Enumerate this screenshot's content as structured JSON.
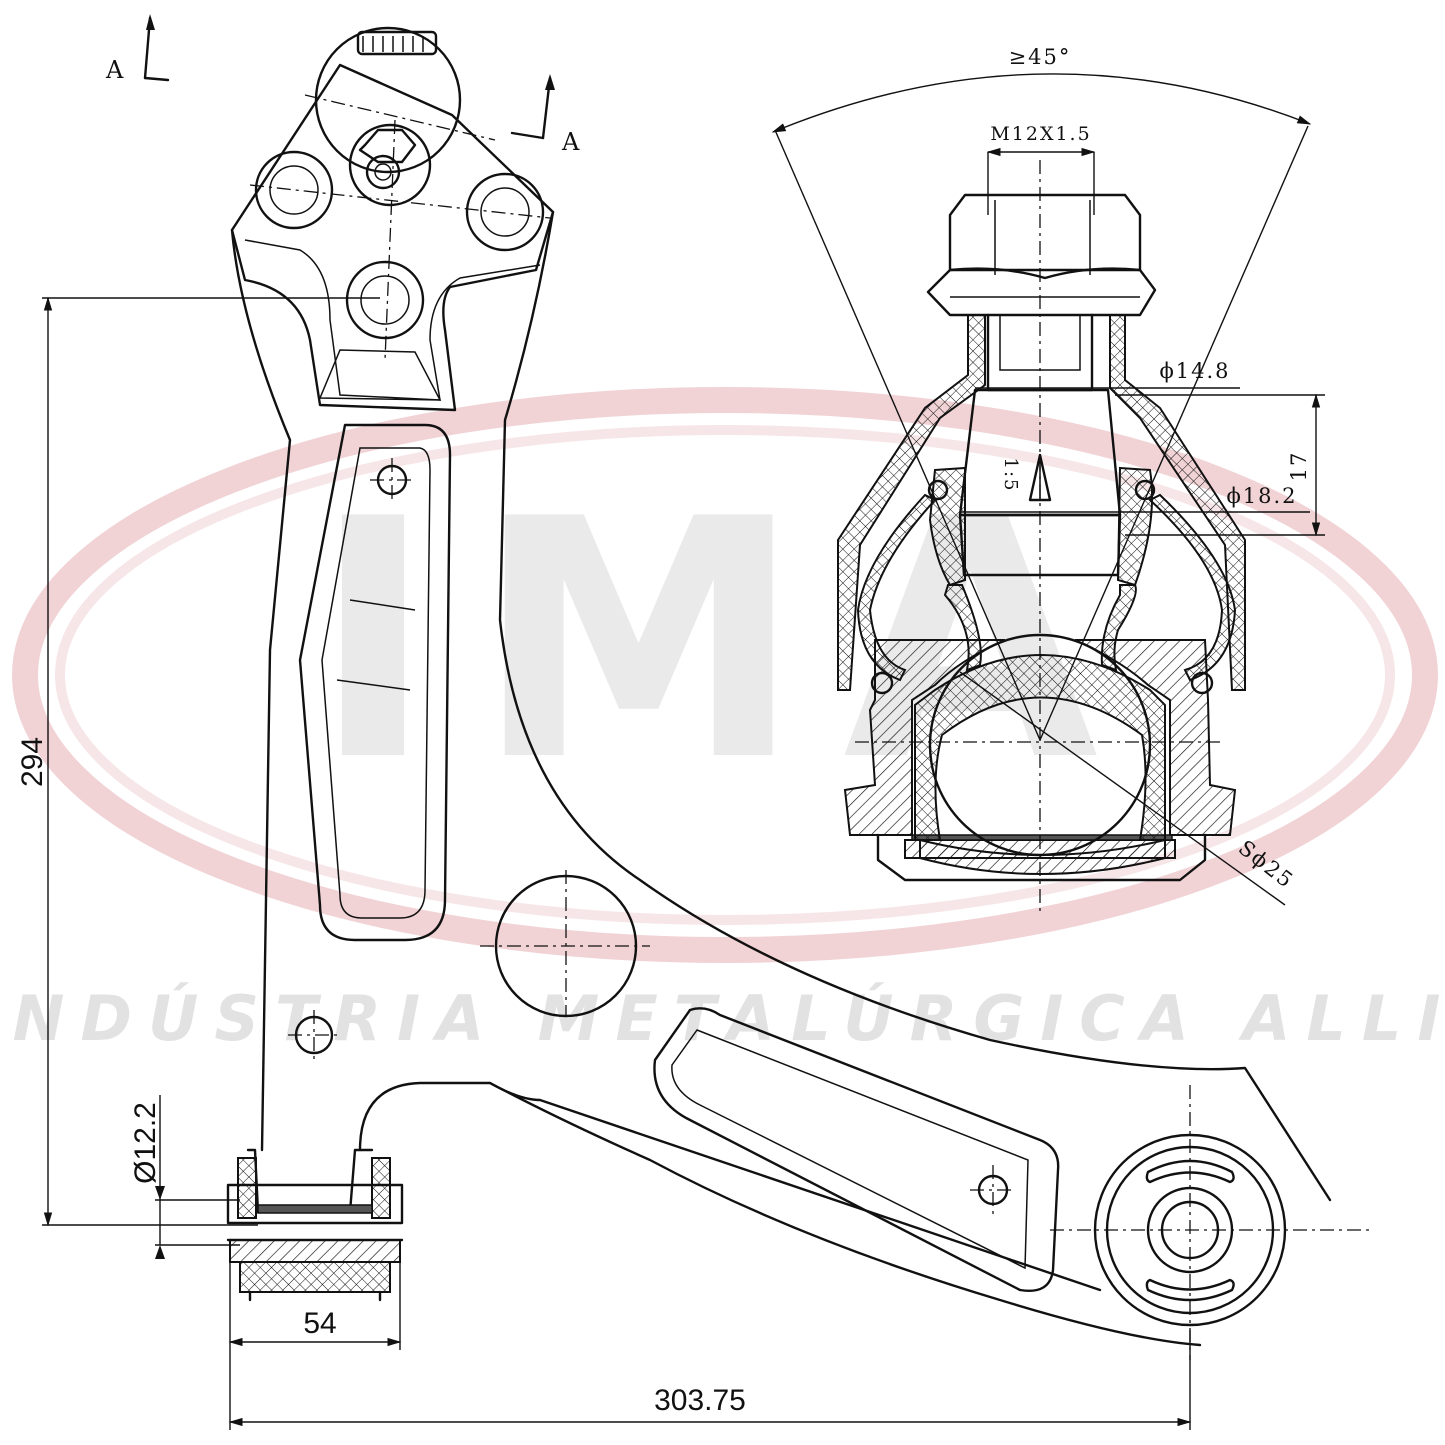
{
  "watermark": {
    "logo_text": "IMA",
    "company": "INDÚSTRIA METALÚRGICA ALLI",
    "ring_color": "#e8b9bd"
  },
  "section_marks": {
    "left": "A",
    "right": "A"
  },
  "dimensions": {
    "height": "294",
    "bushing_bore": "Ø12.2",
    "bushing_width": "54",
    "overall_length": "303.75"
  },
  "ball_joint": {
    "cone_angle": "≥45°",
    "thread": "M12X1.5",
    "dia_upper": "ϕ14.8",
    "taper_ratio": "1:5",
    "taper_length": "17",
    "dia_lower": "ϕ18.2",
    "ball_dia": "Sϕ25"
  }
}
